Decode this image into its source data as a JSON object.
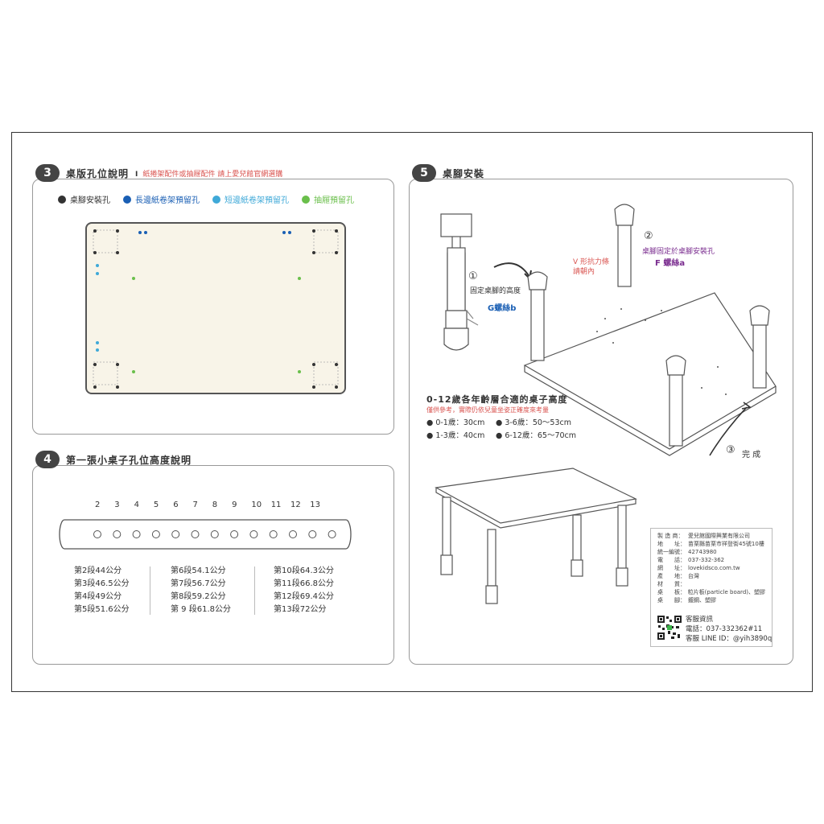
{
  "sec3": {
    "num": "3",
    "title": "桌版孔位說明",
    "bar": "I",
    "subtitle": "紙捲架配件或抽屜配件 請上愛兒館官網選購",
    "legend": [
      {
        "label": "桌腳安裝孔",
        "color": "#333333"
      },
      {
        "label": "長邊紙卷架預留孔",
        "color": "#1a5fb4"
      },
      {
        "label": "短邊紙卷架預留孔",
        "color": "#3fa9d8"
      },
      {
        "label": "抽屜預留孔",
        "color": "#6abf4b"
      }
    ]
  },
  "sec4": {
    "num": "4",
    "title": "第一張小桌子孔位高度說明",
    "hole_numbers": [
      "2",
      "3",
      "4",
      "5",
      "6",
      "7",
      "8",
      "9",
      "10",
      "11",
      "12",
      "13"
    ],
    "col1": [
      "第2段44公分",
      "第3段46.5公分",
      "第4段49公分",
      "第5段51.6公分"
    ],
    "col2": [
      "第6段54.1公分",
      "第7段56.7公分",
      "第8段59.2公分",
      "第 9 段61.8公分"
    ],
    "col3": [
      "第10段64.3公分",
      "第11段66.8公分",
      "第12段69.4公分",
      "第13段72公分"
    ]
  },
  "sec5": {
    "num": "5",
    "title": "桌腳安裝",
    "step1_num": "①",
    "step1_text": "固定桌腳的高度",
    "step1_screw": "G螺絲b",
    "step2_num": "②",
    "step2_text": "桌腳固定於桌腳安裝孔",
    "step2_screw_prefix": "F",
    "step2_screw": "螺絲a",
    "v_note_1": "V 形抗力條",
    "v_note_2": "請朝內",
    "step3_num": "③",
    "step3_text": "完 成",
    "ages_title": "0-12歲各年齡層合適的桌子高度",
    "ages_note": "僅供參考，實際仍依兒童坐姿正確度來考量",
    "ages": [
      {
        "age": "0-1歲：30cm"
      },
      {
        "age": "3-6歲：50〜53cm"
      },
      {
        "age": "1-3歲：40cm"
      },
      {
        "age": "6-12歲：65〜70cm"
      }
    ],
    "spec": [
      {
        "k": "製 造 商：",
        "v": "愛兒館國際興業有限公司"
      },
      {
        "k": "地　　址：",
        "v": "苗栗縣苗栗市祥登街45號10樓"
      },
      {
        "k": "統一編號：",
        "v": "42743980"
      },
      {
        "k": "電　　話：",
        "v": "037-332-362"
      },
      {
        "k": "網　　址：",
        "v": "lovekidsco.com.tw"
      },
      {
        "k": "產　　地：",
        "v": "台灣"
      },
      {
        "k": "材　　質：",
        "v": ""
      },
      {
        "k": "桌　　板：",
        "v": "粒片板(particle board)、塑膠"
      },
      {
        "k": "桌　　腳：",
        "v": "鍍鋼、塑膠"
      }
    ],
    "cs_title": "客服資訊",
    "cs_phone": "電話：037-332362#11",
    "cs_line": "客服 LINE ID：@yih3890q"
  }
}
